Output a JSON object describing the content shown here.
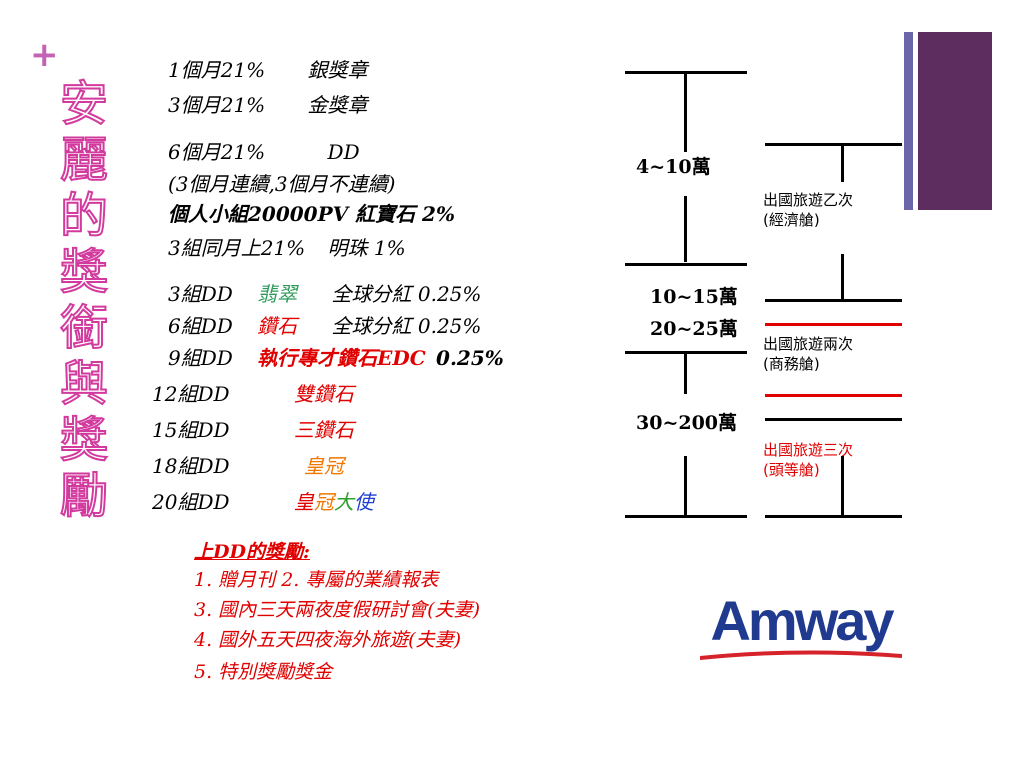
{
  "slide": {
    "plus": "+",
    "title": "安麗的獎銜與獎勵"
  },
  "ranks": {
    "line1": {
      "level": "1個月21%",
      "award": "銀獎章"
    },
    "line2": {
      "level": "3個月21%",
      "award": "金獎章"
    },
    "line3": {
      "level": "6個月21%",
      "award": "DD"
    },
    "line4": "(3個月連續,3個月不連續)",
    "line5": "個人小組20000PV 紅寶石 2%",
    "line6": {
      "level": "3組同月上21%",
      "award": "明珠 1%"
    },
    "dd3": {
      "groups": "3組DD",
      "title": "翡翠",
      "bonus": "全球分紅 0.25%"
    },
    "dd6": {
      "groups": "6組DD",
      "title": "鑽石",
      "bonus": "全球分紅 0.25%"
    },
    "dd9": {
      "groups": "9組DD",
      "title": "執行專才鑽石EDC",
      "bonus": "0.25%"
    },
    "dd12": {
      "groups": "12組DD",
      "title": "雙鑽石"
    },
    "dd15": {
      "groups": "15組DD",
      "title": "三鑽石"
    },
    "dd18": {
      "groups": "18組DD",
      "title": "皇冠"
    },
    "dd20": {
      "groups": "20組DD",
      "title_part1": "皇",
      "title_part2": "冠",
      "title_part3": "大",
      "title_part4": "使"
    }
  },
  "rewards": {
    "heading": "上DD的獎勵:",
    "items": [
      "1. 贈月刊 2. 專屬的業績報表",
      "3. 國內三天兩夜度假研討會(夫妻)",
      "4. 國外五天四夜海外旅遊(夫妻)",
      "5. 特別獎勵獎金"
    ]
  },
  "diagram": {
    "amounts": [
      "4~10萬",
      "10~15萬",
      "20~25萬",
      "30~200萬"
    ],
    "trips": [
      {
        "line1": "出國旅遊乙次",
        "line2": "(經濟艙)"
      },
      {
        "line1": "出國旅遊兩次",
        "line2": "(商務艙)"
      },
      {
        "line1": "出國旅遊三次",
        "line2": "(頭等艙)"
      }
    ]
  },
  "logo": {
    "text": "Amway"
  },
  "colors": {
    "accent_pink": "#d23a9e",
    "emerald": "#2e9a5a",
    "red": "#e00000",
    "orange": "#f07800",
    "green": "#2aa02a",
    "blue": "#1f3fd0",
    "amway_blue": "#1f3a8f",
    "amway_red": "#d6222a"
  }
}
